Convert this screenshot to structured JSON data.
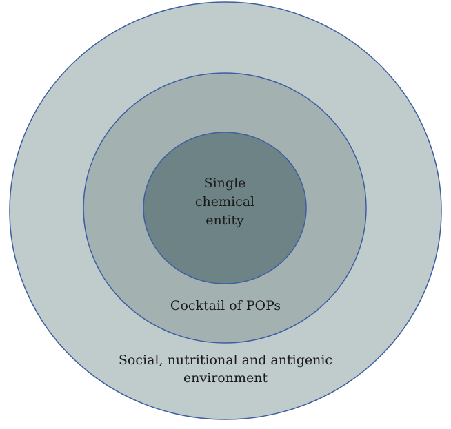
{
  "diagram": {
    "layers": [
      {
        "id": "outer",
        "label_lines": [
          "Social, nutritional and antigenic",
          "environment"
        ],
        "fill": "#c0cccc",
        "stroke": "#3e5ea2"
      },
      {
        "id": "middle",
        "label_lines": [
          "Cocktail of POPs"
        ],
        "fill": "#a3b1b1",
        "stroke": "#3e5ea2"
      },
      {
        "id": "inner",
        "label_lines": [
          "Single",
          "chemical",
          "entity"
        ],
        "fill": "#6e8385",
        "stroke": "#3e5ea2"
      }
    ]
  }
}
